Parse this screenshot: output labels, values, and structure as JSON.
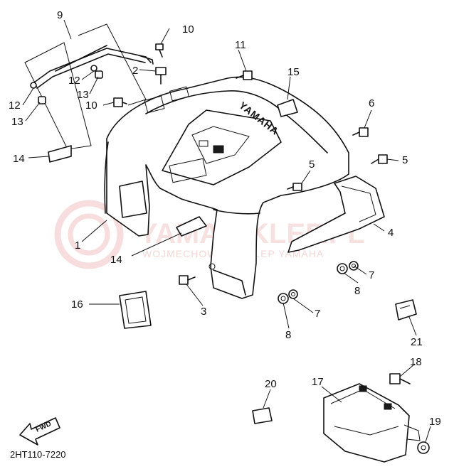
{
  "diagram": {
    "code": "2HT110-7220",
    "fwd_label": "FWD",
    "brand_text": "YAMAHA",
    "watermark": {
      "main": "YAMA-SKLEP.PL",
      "sub": "WOJMECHOWICE SKLEP YAMAHA"
    },
    "callouts": [
      {
        "id": "c9",
        "label": "9"
      },
      {
        "id": "c10a",
        "label": "10"
      },
      {
        "id": "c2",
        "label": "2"
      },
      {
        "id": "c11",
        "label": "11"
      },
      {
        "id": "c15",
        "label": "15"
      },
      {
        "id": "c12a",
        "label": "12"
      },
      {
        "id": "c13a",
        "label": "13"
      },
      {
        "id": "c12b",
        "label": "12"
      },
      {
        "id": "c10b",
        "label": "10"
      },
      {
        "id": "c13b",
        "label": "13"
      },
      {
        "id": "c6",
        "label": "6"
      },
      {
        "id": "c14a",
        "label": "14"
      },
      {
        "id": "c5a",
        "label": "5"
      },
      {
        "id": "c5b",
        "label": "5"
      },
      {
        "id": "c4",
        "label": "4"
      },
      {
        "id": "c1",
        "label": "1"
      },
      {
        "id": "c14b",
        "label": "14"
      },
      {
        "id": "c7a",
        "label": "7"
      },
      {
        "id": "c8a",
        "label": "8"
      },
      {
        "id": "c3",
        "label": "3"
      },
      {
        "id": "c16",
        "label": "16"
      },
      {
        "id": "c7b",
        "label": "7"
      },
      {
        "id": "c8b",
        "label": "8"
      },
      {
        "id": "c21",
        "label": "21"
      },
      {
        "id": "c18",
        "label": "18"
      },
      {
        "id": "c20",
        "label": "20"
      },
      {
        "id": "c17",
        "label": "17"
      },
      {
        "id": "c19",
        "label": "19"
      }
    ]
  }
}
